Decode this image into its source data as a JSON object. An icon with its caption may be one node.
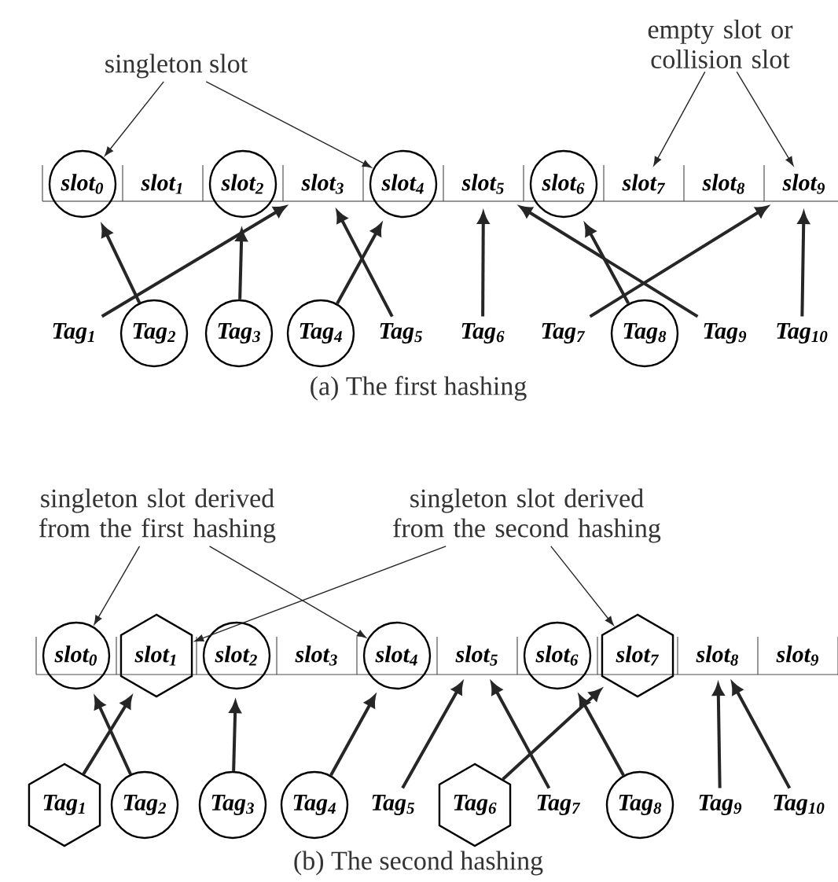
{
  "diagram": {
    "nodes": [
      {
        "text": [
          "singleton slot"
        ]
      },
      {
        "text": [
          "empty slot or collision slot"
        ]
      },
      {
        "text": [
          "slot$_{0}$"
        ]
      },
      {
        "text": [
          "slot$_{1}$"
        ]
      },
      {
        "text": [
          "slot$_{2}$"
        ]
      },
      {
        "text": [
          "slot$_{3}$"
        ]
      },
      {
        "text": [
          "slot$_{4}$"
        ]
      },
      {
        "text": [
          "slot$_{5}$"
        ]
      },
      {
        "text": [
          "slot$_{6}$"
        ]
      },
      {
        "text": [
          "slot$_{7}$"
        ]
      },
      {
        "text": [
          "slot$_{8}$"
        ]
      },
      {
        "text": [
          "slot$_{9}$"
        ]
      },
      {
        "text": [
          "Tag$_{1}$"
        ]
      },
      {
        "text": [
          "Tag$_{2}$"
        ]
      },
      {
        "text": [
          "Tag$_{3}$"
        ]
      },
      {
        "text": [
          "Tag$_{4}$"
        ]
      },
      {
        "text": [
          "Tag$_{5}$"
        ]
      },
      {
        "text": [
          "Tag$_{6}$"
        ]
      },
      {
        "text": [
          "Tag$_{7}$"
        ]
      },
      {
        "text": [
          "Tag$_{8}$"
        ]
      },
      {
        "text": [
          "Tag$_{9}$"
        ]
      },
      {
        "text": [
          "Tag$_{10}$"
        ]
      },
      {
        "text": [
          "singleton slot derived from the first hashing"
        ]
      },
      {
        "text": [
          "singleton slot derived from the second hashing"
        ]
      },
      {
        "text": [
          "slot$_{0}$"
        ]
      },
      {
        "text": [
          "slot$_{1}$"
        ]
      },
      {
        "text": [
          "slot$_{2}$"
        ]
      },
      {
        "text": [
          "slot$_{3}$"
        ]
      },
      {
        "text": [
          "slot$_{4}$"
        ]
      },
      {
        "text": [
          "slot$_{5}$"
        ]
      },
      {
        "text": [
          "slot$_{6}$"
        ]
      },
      {
        "text": [
          "slot$_{7}$"
        ]
      },
      {
        "text": [
          "slot$_{8}$"
        ]
      },
      {
        "text": [
          "slot$_{9}$"
        ]
      },
      {
        "text": [
          "Tag$_{1}$"
        ]
      },
      {
        "text": [
          "Tag$_{2}$"
        ]
      },
      {
        "text": [
          "Tag$_{3}$"
        ]
      },
      {
        "text": [
          "Tag$_{4}$"
        ]
      },
      {
        "text": [
          "Tag$_{5}$"
        ]
      },
      {
        "text": [
          "Tag$_{6}$"
        ]
      },
      {
        "text": [
          "Tag$_{7}$"
        ]
      },
      {
        "text": [
          "Tag$_{8}$"
        ]
      },
      {
        "text": [
          "Tag$_{9}$"
        ]
      },
      {
        "text": [
          "Tag$_{10}$"
        ]
      }
    ],
    "edges": [
      {
        "from": 0,
        "to": 2,
        "arrow": "to"
      },
      {
        "from": 0,
        "to": 6,
        "arrow": "to"
      },
      {
        "from": 1,
        "to": 9,
        "arrow": "to"
      },
      {
        "from": 1,
        "to": 11,
        "arrow": "to"
      },
      {
        "from": 12,
        "to": 5,
        "arrow": "to"
      },
      {
        "from": 13,
        "to": 2,
        "arrow": "to"
      },
      {
        "from": 14,
        "to": 4,
        "arrow": "to"
      },
      {
        "from": 15,
        "to": 6,
        "arrow": "to"
      },
      {
        "from": 16,
        "to": 5,
        "arrow": "to"
      },
      {
        "from": 17,
        "to": 7,
        "arrow": "to"
      },
      {
        "from": 18,
        "to": 11,
        "arrow": "to"
      },
      {
        "from": 19,
        "to": 8,
        "arrow": "to"
      },
      {
        "from": 20,
        "to": 7,
        "arrow": "to"
      },
      {
        "from": 21,
        "to": 11,
        "arrow": "to"
      },
      {
        "from": 22,
        "to": 24,
        "arrow": "to"
      },
      {
        "from": 22,
        "to": 28,
        "arrow": "to"
      },
      {
        "from": 23,
        "to": 25,
        "arrow": "to"
      },
      {
        "from": 23,
        "to": 31,
        "arrow": "to"
      },
      {
        "from": 34,
        "to": 25,
        "arrow": "to"
      },
      {
        "from": 35,
        "to": 24,
        "arrow": "to"
      },
      {
        "from": 36,
        "to": 26,
        "arrow": "to"
      },
      {
        "from": 37,
        "to": 28,
        "arrow": "to"
      },
      {
        "from": 38,
        "to": 29,
        "arrow": "to"
      },
      {
        "from": 39,
        "to": 31,
        "arrow": "to"
      },
      {
        "from": 40,
        "to": 29,
        "arrow": "to"
      },
      {
        "from": 41,
        "to": 30,
        "arrow": "to"
      },
      {
        "from": 42,
        "to": 32,
        "arrow": "to"
      },
      {
        "from": 43,
        "to": 32,
        "arrow": "to"
      }
    ],
    "labels": [
      "(a) The first hashing",
      "(b) The second hashing"
    ]
  }
}
